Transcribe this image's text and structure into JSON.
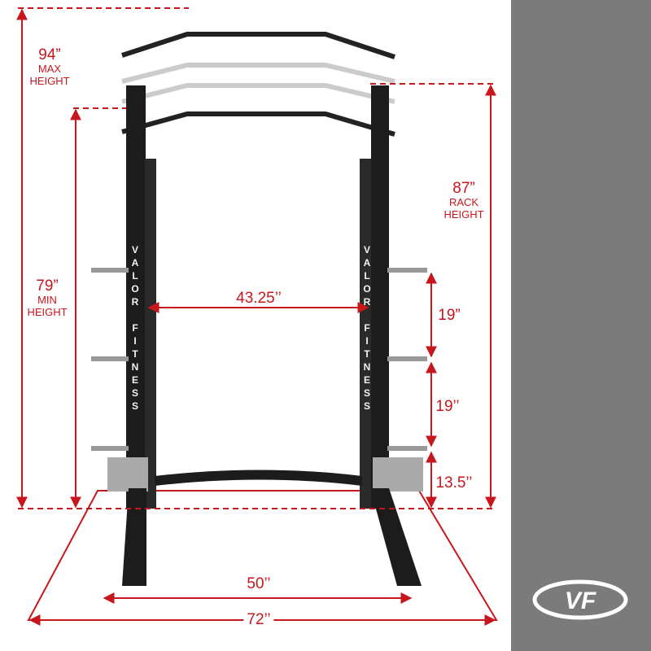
{
  "dimensions": {
    "max_height": {
      "value": "94”",
      "label_line1": "MAX",
      "label_line2": "HEIGHT"
    },
    "min_height": {
      "value": "79”",
      "label_line1": "MIN",
      "label_line2": "HEIGHT"
    },
    "rack_height": {
      "value": "87”",
      "label_line1": "RACK",
      "label_line2": "HEIGHT"
    },
    "inner_width": {
      "value": "43.25’’"
    },
    "upper_spacing": {
      "value": "19”"
    },
    "lower_spacing": {
      "value": "19’’"
    },
    "bottom_peg_height": {
      "value": "13.5’’"
    },
    "base_width": {
      "value": "50’’"
    },
    "footprint_width": {
      "value": "72’’"
    }
  },
  "product": {
    "brand_text": "VALOR FITNESS",
    "logo_text": "VF"
  },
  "colors": {
    "dimension_red": "#c8161d",
    "side_panel": "#7b7b7b",
    "frame": "#1c1c1c"
  }
}
